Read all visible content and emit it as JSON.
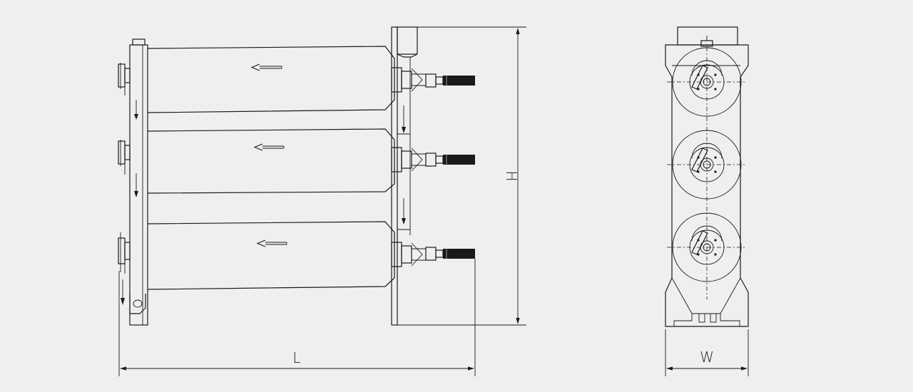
{
  "dimensions": {
    "length_label": "L",
    "height_label": "H",
    "width_label": "W"
  },
  "colors": {
    "background": "#efefef",
    "line": "#1a1a1a"
  },
  "front_view": {
    "shell_count": 3,
    "flow_direction": "right-to-left"
  },
  "side_view": {
    "port_count": 3
  }
}
